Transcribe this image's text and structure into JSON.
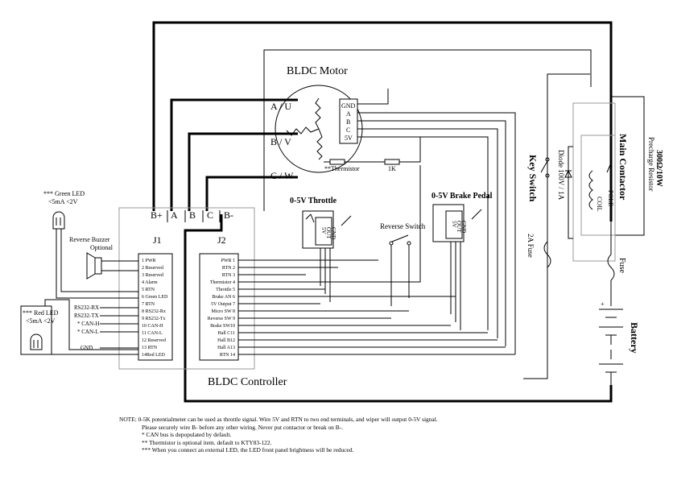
{
  "diagram": {
    "motor": {
      "title": "BLDC Motor",
      "phases": [
        "A / U",
        "B / V",
        "C / W"
      ],
      "hall_pins": [
        "GND",
        "A",
        "B",
        "C",
        "5V"
      ],
      "thermistor": "**Thermistor",
      "resistor": "1K"
    },
    "controller": {
      "title": "BLDC Controller",
      "power_terminals": [
        "B+",
        "A",
        "B",
        "C",
        "B-"
      ],
      "j1": {
        "title": "J1",
        "pins": [
          "1  PWR",
          "2  Reserved",
          "3  Reserved",
          "4  Alarm",
          "5  RTN",
          "6  Green LED",
          "7  RTN",
          "8  RS232-Rx",
          "9  RS232-Tx",
          "10  CAN-H",
          "11  CAN-L",
          "12  Reserved",
          "13  RTN",
          "14Red LED"
        ]
      },
      "j2": {
        "title": "J2",
        "pins": [
          "PWR  1",
          "RTN  2",
          "RTN  3",
          "Thermistor 4",
          "Throttle 5",
          "Brake AN 6",
          "5V Output 7",
          "Micro SW 8",
          "Reverse SW 9",
          "Brake SW10",
          "Hall C11",
          "Hall B12",
          "Hall A13",
          "RTN 14"
        ]
      }
    },
    "throttle": {
      "title": "0-5V  Throttle",
      "pins": [
        "5V",
        "OUT",
        "GND"
      ]
    },
    "brake_pedal": {
      "title": "0-5V Brake Pedal",
      "pins": [
        "5V",
        "OUT",
        "GND"
      ]
    },
    "reverse_switch": "Reverse Switch",
    "green_led": {
      "title": "*** Green LED",
      "spec": "<5mA  <2V"
    },
    "red_led": {
      "title": "*** Red LED",
      "spec": "<5mA  <2V"
    },
    "buzzer": {
      "title": "Reverse Buzzer",
      "subtitle": "Optional"
    },
    "serial_labels": [
      "RS232-RX",
      "RS232-TX",
      "* CAN-H",
      "* CAN-L",
      "GND"
    ],
    "key_switch": "Key Switch",
    "fuse_2a": "2A Fuse",
    "diode": "Diode 100V / 1A",
    "main_contactor": {
      "title": "Main Contactor",
      "coil": "COIL",
      "pole": "POLE"
    },
    "precharge": {
      "title": "Precharge Resistor",
      "value": "300Ω/10W"
    },
    "fuse": "Fuse",
    "battery": "Battery"
  },
  "notes": [
    "NOTE: 0-5K potentialmeter can be used as throttle signal. Wire 5V and RTN to two end terminals, and wiper will output 0-5V signal.",
    "Please securely wire B- before any other wiring. Never put contactor or break on B-.",
    "* CAN bus is depopulated by default.",
    "** Thermistor is optional item. default to KTY83-122.",
    "*** When you connect an external LED, the LED front panel brightness will be reduced."
  ]
}
